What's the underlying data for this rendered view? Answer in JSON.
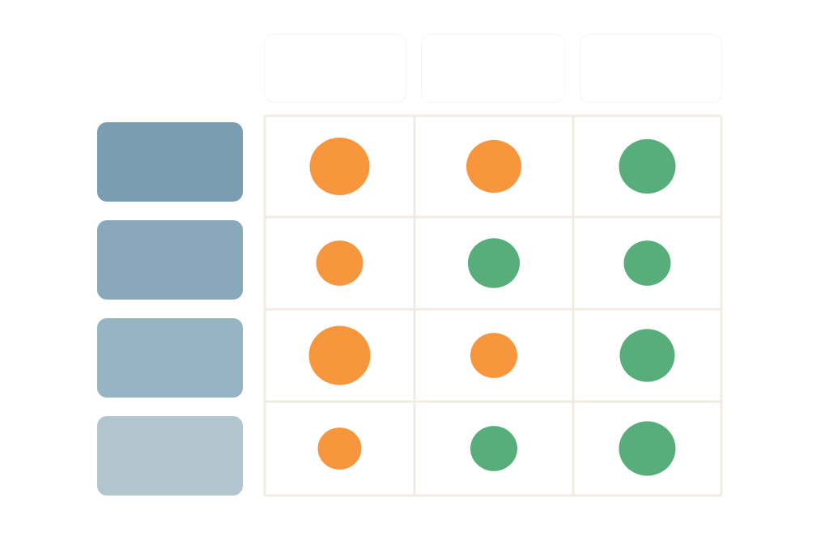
{
  "colors": {
    "orange": "#F7963C",
    "green": "#57AE7A",
    "grid_line": "#F1ECE3",
    "row_labels": [
      "#7A9DB2",
      "#89A9BB",
      "#97B4C5",
      "#B3C5CF"
    ]
  },
  "columns": 3,
  "rows": 4,
  "matrix": [
    [
      {
        "status": "orange",
        "size": 37
      },
      {
        "status": "orange",
        "size": 34
      },
      {
        "status": "green",
        "size": 35
      }
    ],
    [
      {
        "status": "orange",
        "size": 29
      },
      {
        "status": "green",
        "size": 32
      },
      {
        "status": "green",
        "size": 29
      }
    ],
    [
      {
        "status": "orange",
        "size": 38
      },
      {
        "status": "orange",
        "size": 29
      },
      {
        "status": "green",
        "size": 34
      }
    ],
    [
      {
        "status": "orange",
        "size": 27
      },
      {
        "status": "green",
        "size": 29
      },
      {
        "status": "green",
        "size": 35
      }
    ]
  ]
}
